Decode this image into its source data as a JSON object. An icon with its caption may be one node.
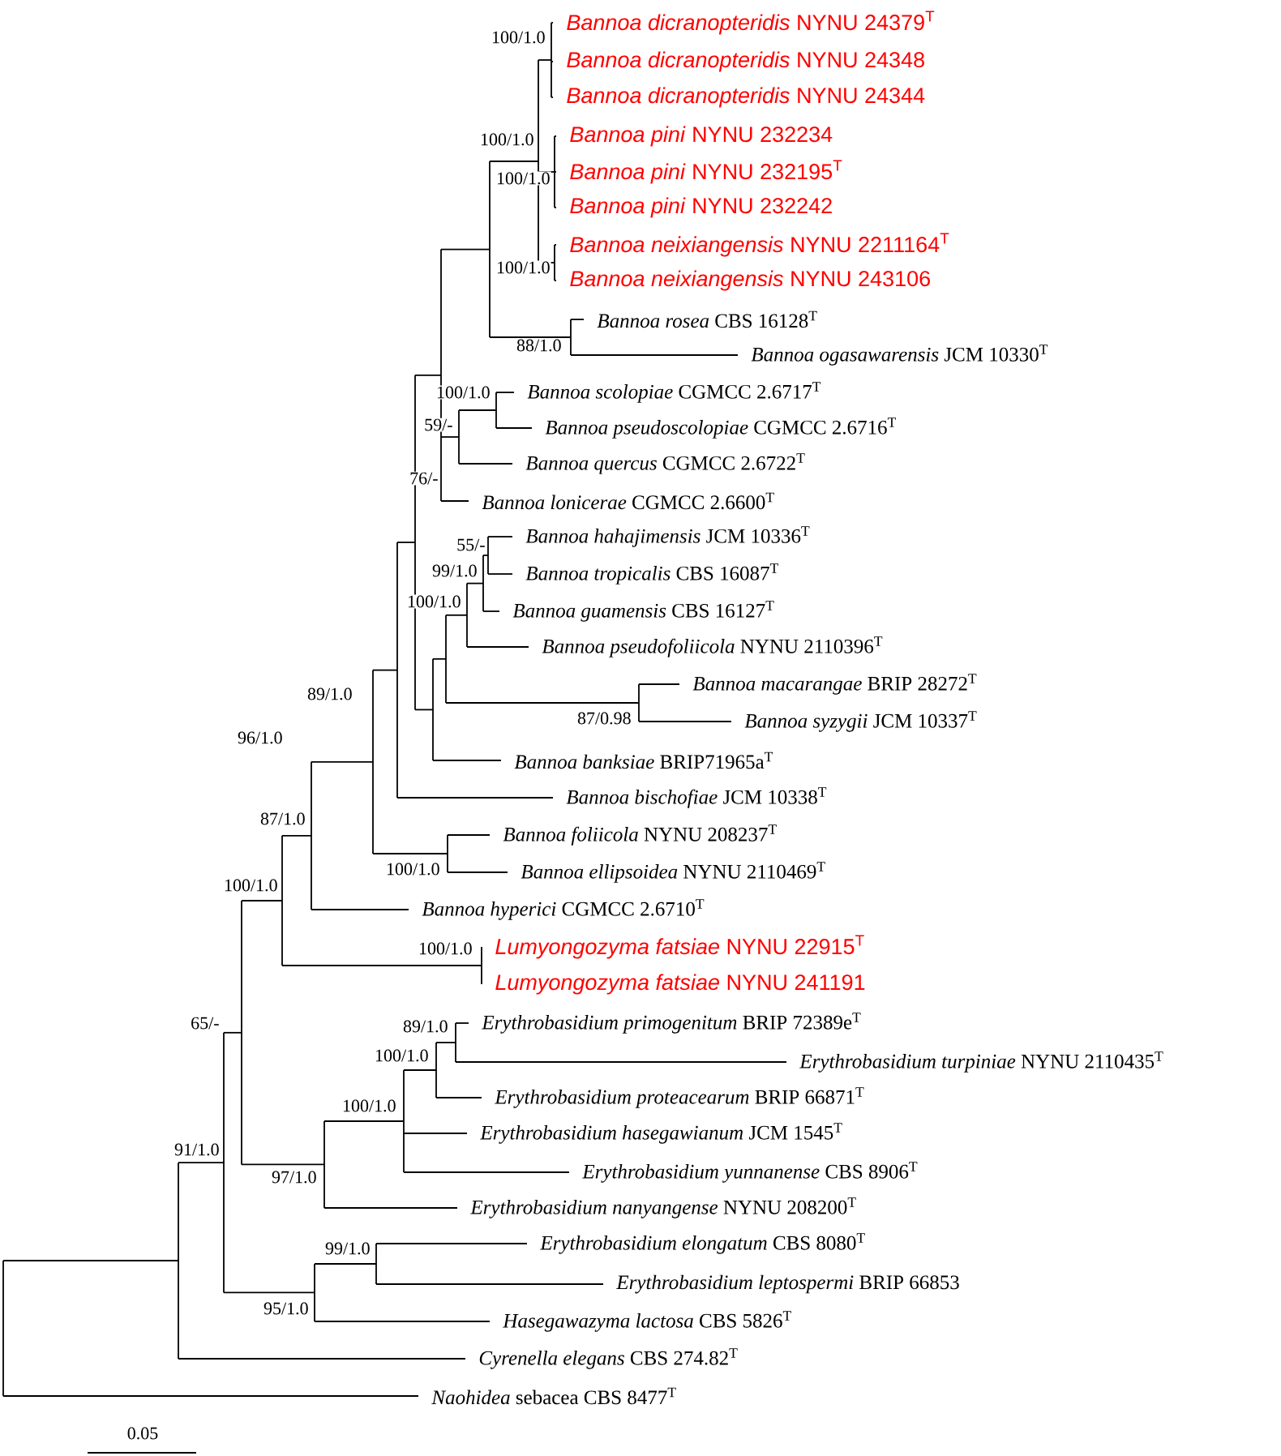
{
  "diagram": {
    "labels": [
      "*Bannoa dicranopteridis* NYNU 24379$^{T}$",
      "100/1.0",
      "*Bannoa dicranopteridis* NYNU 24348",
      "*Bannoa dicranopteridis* NYNU 24344",
      "*Bannoa pini* NYNU 232234",
      "100/1.0",
      "*Bannoa pini* NYNU 232195$^{T}$",
      "100/1.0",
      "*Bannoa pini* NYNU 232242",
      "*Bannoa neixiangensis* NYNU 2211164$^{T}$",
      "100/1.0",
      "*Bannoa neixiangensis* NYNU 243106",
      "*Bannoa rosea* CBS 16128$^{T}$",
      "88/1.0",
      "*Bannoa ogasawarensis* JCM 10330$^{T}$",
      "100/1.0",
      "*Bannoa scolopiae* CGMCC 2.6717$^{T}$",
      "59/-",
      "*Bannoa pseudoscolopiae* CGMCC 2.6716$^{T}$",
      "*Bannoa quercus* CGMCC 2.6722$^{T}$",
      "76/-",
      "*Bannoa lonicerae* CGMCC 2.6600$^{T}$",
      "55/-",
      "*Bannoa hahajimensis* JCM 10336$^{T}$",
      "99/1.0",
      "*Bannoa tropicalis* CBS 16087$^{T}$",
      "100/1.0",
      "*Bannoa guamensis* CBS 16127$^{T}$",
      "*Bannoa pseudofoliicola* NYNU 2110396$^{T}$",
      "*Bannoa macarangae* BRIP 28272$^{T}$",
      "89/1.0",
      "87/0.98",
      "*Bannoa syzygii* JCM 10337$^{T}$",
      "96/1.0",
      "*Bannoa banksiae* BRIP71965a$^{T}$",
      "*Bannoa bischofiae* JCM 10338$^{T}$",
      "87/1.0",
      "*Bannoa foliicola* NYNU 208237$^{T}$",
      "100/1.0",
      "*Bannoa ellipsoidea* NYNU 2110469$^{T}$",
      "100/1.0",
      "*Bannoa hyperici* CGMCC 2.6710$^{T}$",
      "100/1.0",
      "*Lumyongozyma fatsiae* NYNU 22915$^{T}$",
      "*Lumyongozyma fatsiae* NYNU 241191",
      "65/-",
      "89/1.0",
      "*Erythrobasidium primogenitum* BRIP 72389e$^{T}$",
      "100/1.0",
      "*Erythrobasidium turpiniae* NYNU 2110435$^{T}$",
      "*Erythrobasidium proteacearum* BRIP 66871$^{T}$",
      "100/1.0",
      "*Erythrobasidium hasegawianum* JCM 1545$^{T}$",
      "91/1.0",
      "*Erythrobasidium yunnanense* CBS 8906$^{T}$",
      "97/1.0",
      "*Erythrobasidium nanyangense* NYNU 208200$^{T}$",
      "*Erythrobasidium elongatum* CBS 8080$^{T}$",
      "99/1.0",
      "*Erythrobasidium leptospermi* BRIP 66853",
      "95/1.0",
      "*Hasegawazyma lactosa* CBS 5826$^{T}$",
      "*Cyrenella elegans* CBS 274.82$^{T}$",
      "*Naohidea* sebacea CBS 8477$^{T}$",
      "0.05"
    ]
  }
}
